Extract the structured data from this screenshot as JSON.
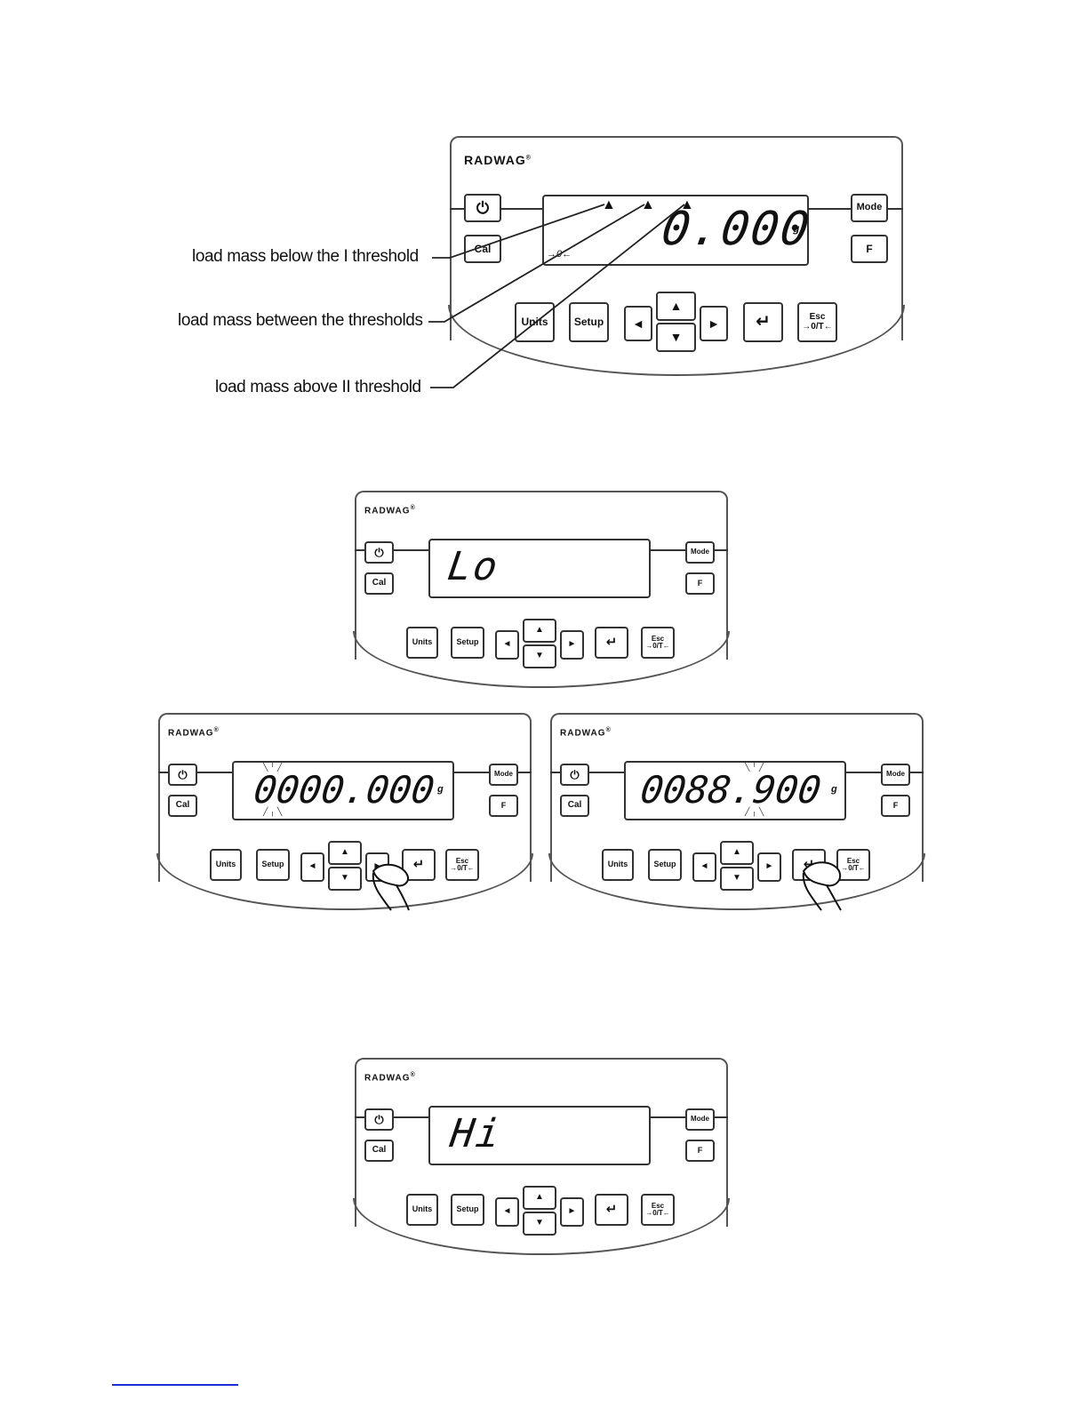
{
  "brand": {
    "logo_text": "RADWAG"
  },
  "keys": {
    "power": "⏻",
    "cal": "Cal",
    "mode": "Mode",
    "f": "F",
    "units": "Units",
    "setup": "Setup",
    "left": "◄",
    "right": "►",
    "up": "▲",
    "down": "▼",
    "print_enter": "↵",
    "esc_line1": "Esc",
    "esc_line2": "→0/T←"
  },
  "figure1": {
    "display_value": "0.000",
    "unit": "g",
    "callouts": [
      "load mass below the I threshold",
      "load mass between the thresholds",
      "load mass above II threshold"
    ],
    "indicator_glyph": "▲",
    "small_marks": [
      "→0←"
    ]
  },
  "figure2": {
    "display_value": "Lo"
  },
  "figure3a": {
    "display_value": "0000.000",
    "unit": "g"
  },
  "figure3b": {
    "display_value": "0088.900",
    "unit": "g"
  },
  "figure4": {
    "display_value": "Hi"
  }
}
